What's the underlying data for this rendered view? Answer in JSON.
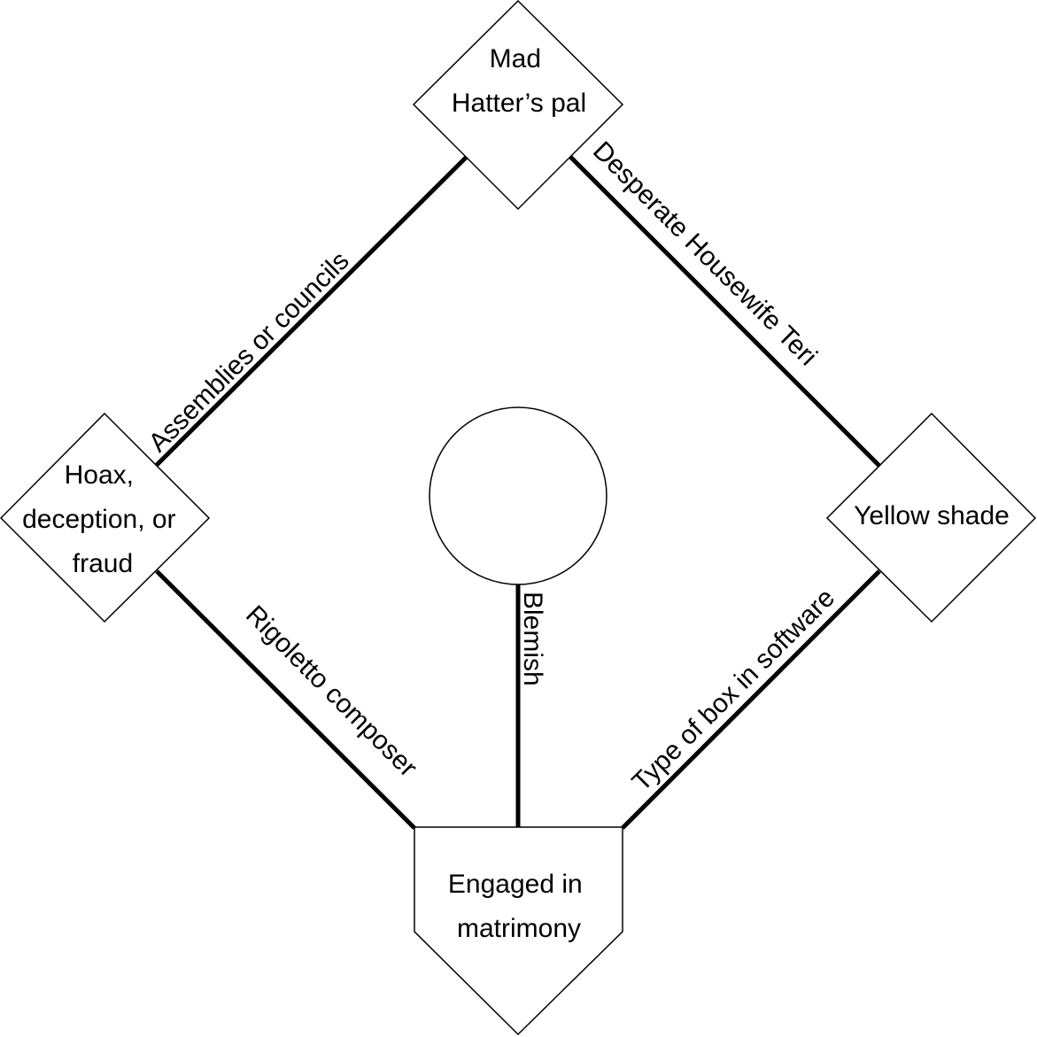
{
  "diagram": {
    "type": "baseball-diamond-crossword",
    "nodes": {
      "second_base": {
        "lines": [
          "Mad",
          "Hatter’s pal"
        ]
      },
      "third_base": {
        "lines": [
          "Hoax,",
          "deception, or",
          "fraud"
        ]
      },
      "first_base": {
        "lines": [
          "Yellow shade"
        ]
      },
      "home_plate": {
        "lines": [
          "Engaged in",
          "matrimony"
        ]
      },
      "pitchers_mound": {
        "lines": []
      }
    },
    "edges": {
      "third_to_second": "Assemblies or councils",
      "second_to_first": "Desperate Housewife Teri",
      "third_to_home": "Rigoletto composer",
      "first_to_home": "Type of box in software",
      "mound_to_home": "Blemish"
    },
    "colors": {
      "stroke": "#000000",
      "fill": "#ffffff",
      "text": "#000000"
    }
  }
}
